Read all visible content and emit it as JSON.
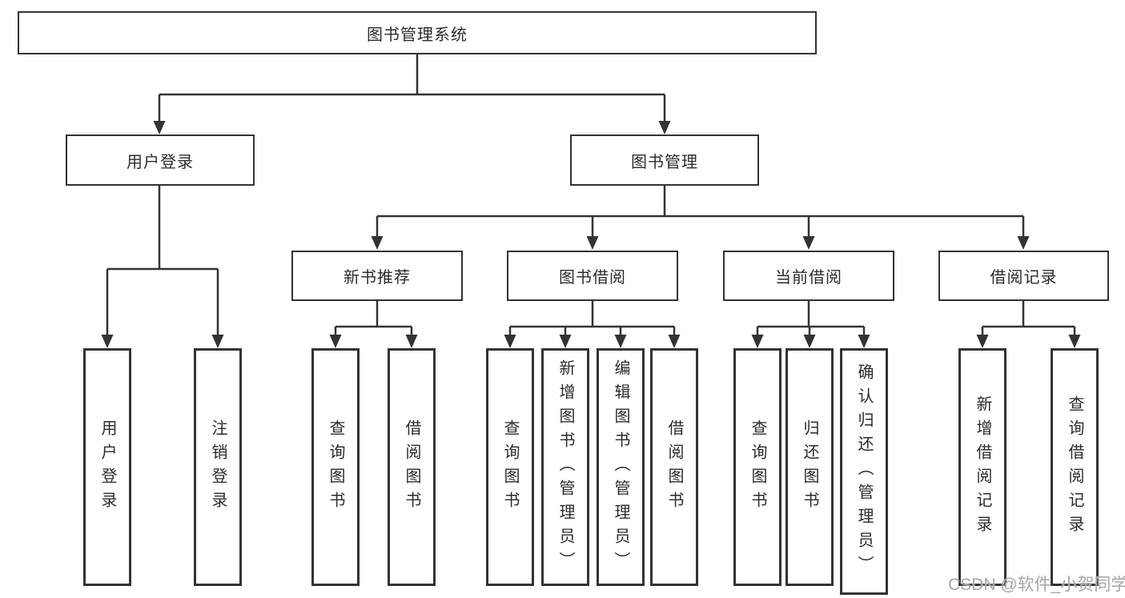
{
  "diagram": {
    "tree": {
      "label": "图书管理系统",
      "children": [
        {
          "label": "用户登录",
          "children": [
            {
              "label": "用户登录"
            },
            {
              "label": "注销登录"
            }
          ]
        },
        {
          "label": "图书管理",
          "children": [
            {
              "label": "新书推荐",
              "children": [
                {
                  "label": "查询图书"
                },
                {
                  "label": "借阅图书"
                }
              ]
            },
            {
              "label": "图书借阅",
              "children": [
                {
                  "label": "查询图书"
                },
                {
                  "label": "新增图书（管理员）"
                },
                {
                  "label": "编辑图书（管理员）"
                },
                {
                  "label": "借阅图书"
                }
              ]
            },
            {
              "label": "当前借阅",
              "children": [
                {
                  "label": "查询图书"
                },
                {
                  "label": "归还图书"
                },
                {
                  "label": "确认归还（管理员）"
                }
              ]
            },
            {
              "label": "借阅记录",
              "children": [
                {
                  "label": "新增借阅记录"
                },
                {
                  "label": "查询借阅记录"
                }
              ]
            }
          ]
        }
      ]
    },
    "colors": {
      "line": "#333333",
      "text": "#2b2b2b",
      "background": "#ffffff",
      "watermark": "#a6a6a6"
    },
    "watermark": "CSDN @软件_小贺同学"
  }
}
